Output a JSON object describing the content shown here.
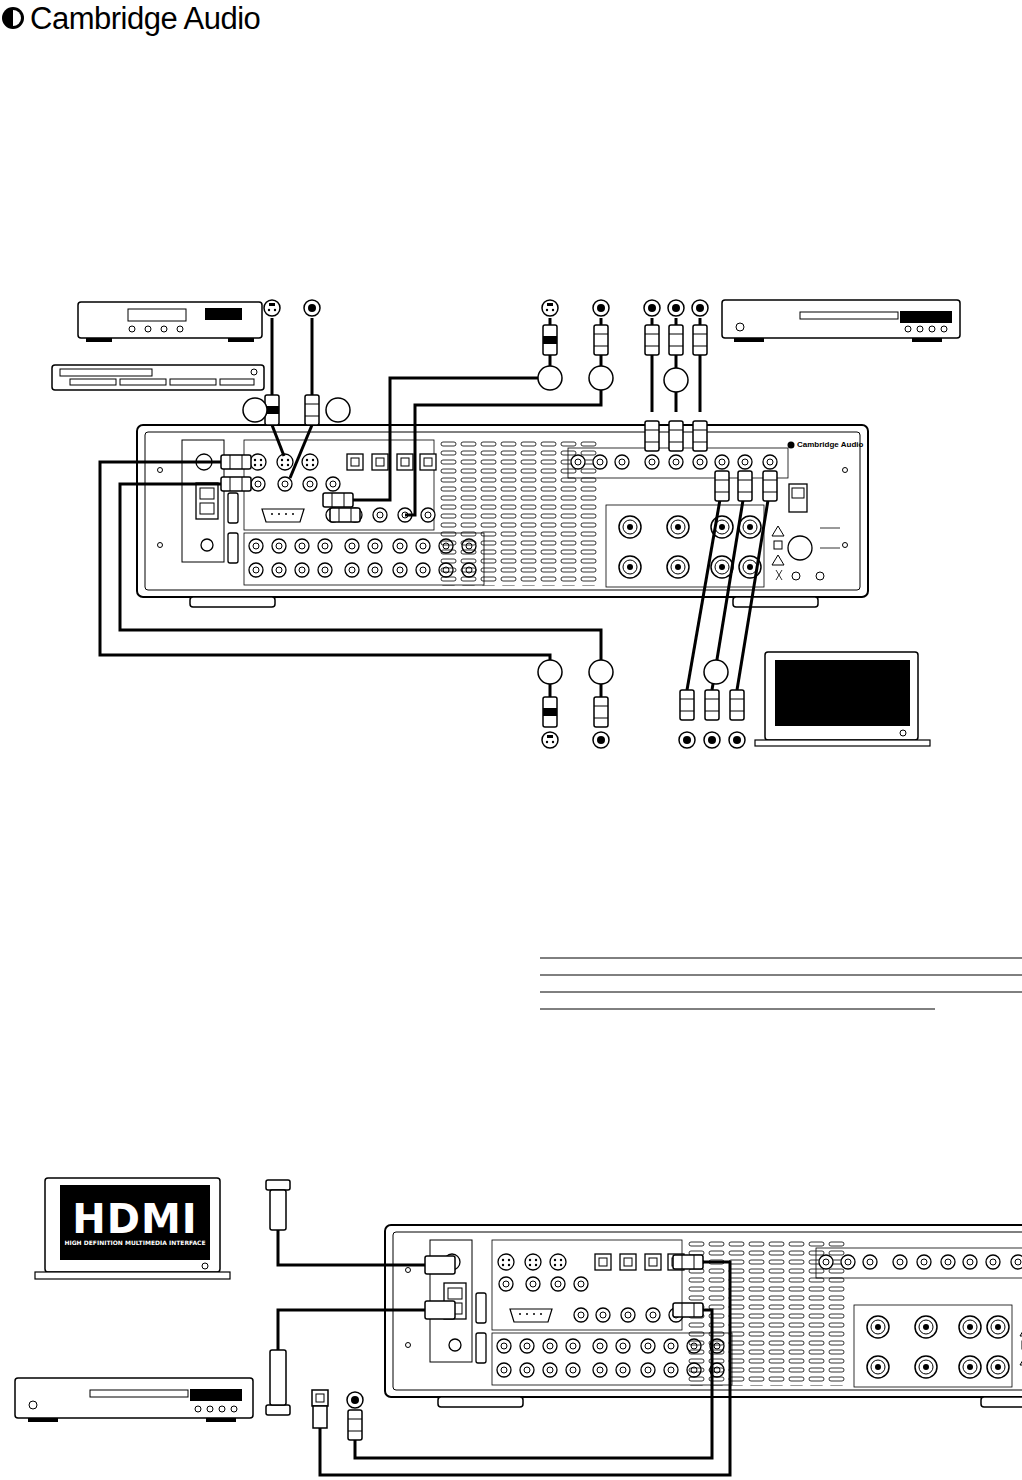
{
  "diagram": {
    "nodes": [
      {
        "text": [
          "HDMI",
          "HIGH DEFINITION MULTIMEDIA INTERFACE"
        ]
      }
    ],
    "labels": [
      "Cambridge Audio",
      "Cambridge Audio"
    ]
  }
}
